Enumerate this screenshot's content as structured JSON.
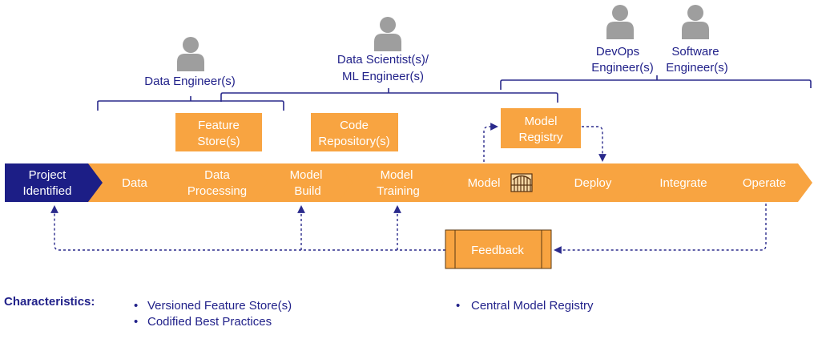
{
  "colors": {
    "stage": "#f8a441",
    "stage_first": "#1c1e86",
    "box": "#f8a441",
    "text_navy": "#22228a",
    "arrow": "#2a2a8c",
    "person": "#9e9e9e",
    "bracket": "#2a2a8c"
  },
  "roles": {
    "data_engineer": "Data Engineer(s)",
    "data_scientist_l1": "Data Scientist(s)/",
    "data_scientist_l2": "ML Engineer(s)",
    "devops_l1": "DevOps",
    "devops_l2": "Engineer(s)",
    "software_l1": "Software",
    "software_l2": "Engineer(s)"
  },
  "boxes": {
    "feature_store_l1": "Feature",
    "feature_store_l2": "Store(s)",
    "code_repo_l1": "Code",
    "code_repo_l2": "Repository(s)",
    "model_registry_l1": "Model",
    "model_registry_l2": "Registry",
    "feedback": "Feedback"
  },
  "stages": [
    {
      "l1": "Project",
      "l2": "Identified"
    },
    {
      "l1": "Data",
      "l2": ""
    },
    {
      "l1": "Data",
      "l2": "Processing"
    },
    {
      "l1": "Model",
      "l2": "Build"
    },
    {
      "l1": "Model",
      "l2": "Training"
    },
    {
      "l1": "Model",
      "l2": ""
    },
    {
      "l1": "Deploy",
      "l2": ""
    },
    {
      "l1": "Integrate",
      "l2": ""
    },
    {
      "l1": "Operate",
      "l2": ""
    }
  ],
  "icons": {
    "person": "person-icon",
    "gate": "gate-icon"
  },
  "characteristics": {
    "title": "Characteristics:",
    "bullet": "•",
    "col1": [
      "Versioned Feature Store(s)",
      "Codified Best Practices"
    ],
    "col2": [
      "Central Model Registry"
    ]
  }
}
